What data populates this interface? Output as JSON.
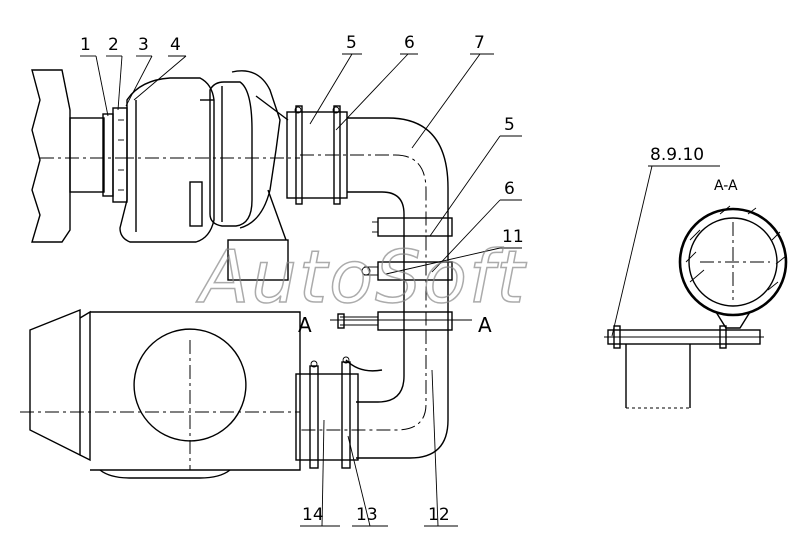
{
  "watermark": "AutoSoft",
  "callouts": [
    {
      "id": "c1",
      "text": "1"
    },
    {
      "id": "c2",
      "text": "2"
    },
    {
      "id": "c3",
      "text": "3"
    },
    {
      "id": "c4",
      "text": "4"
    },
    {
      "id": "c5a",
      "text": "5"
    },
    {
      "id": "c6a",
      "text": "6"
    },
    {
      "id": "c7",
      "text": "7"
    },
    {
      "id": "c5b",
      "text": "5"
    },
    {
      "id": "c6b",
      "text": "6"
    },
    {
      "id": "c11",
      "text": "11"
    },
    {
      "id": "c12",
      "text": "12"
    },
    {
      "id": "c13",
      "text": "13"
    },
    {
      "id": "c14",
      "text": "14"
    },
    {
      "id": "c8910",
      "text": "8.9.10"
    }
  ],
  "section": {
    "marker": "A",
    "title": "A-A"
  }
}
